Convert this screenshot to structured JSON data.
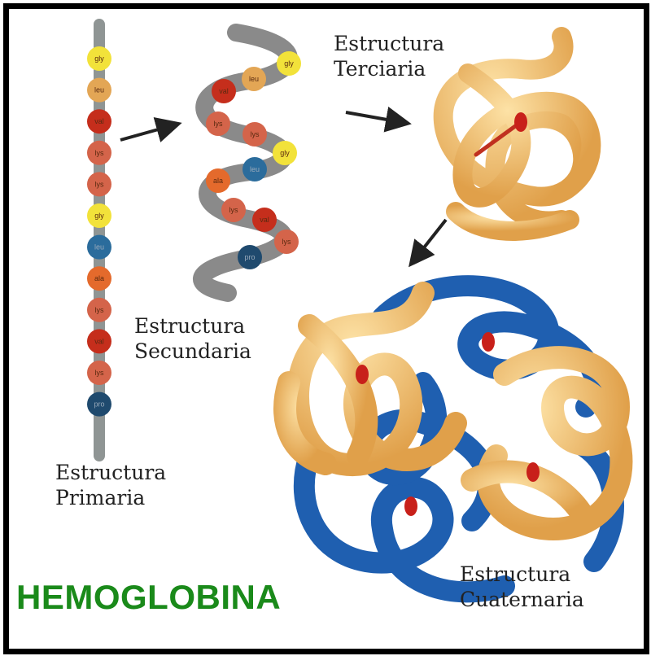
{
  "title": "HEMOGLOBINA",
  "labels": {
    "primary": [
      "Estructura",
      "Primaria"
    ],
    "secondary": [
      "Estructura",
      "Secundaria"
    ],
    "tertiary": [
      "Estructura",
      "Terciaria"
    ],
    "quaternary": [
      "Estructura",
      "Cuaternaria"
    ]
  },
  "amino_acids": [
    "gly",
    "leu",
    "val",
    "lys",
    "lys",
    "gly",
    "leu",
    "ala",
    "lys",
    "val",
    "lys",
    "pro"
  ],
  "colors": {
    "gly": "#f2e23a",
    "leu_0": "#e3a655",
    "val": "#c52e1c",
    "lys": "#d4644a",
    "leu_1": "#2b6c9c",
    "ala": "#e46a2c",
    "pro": "#1f4a6e",
    "title": "#1a8a1a",
    "protein_orange": "#f2c06a",
    "protein_blue": "#1f5fb0"
  }
}
